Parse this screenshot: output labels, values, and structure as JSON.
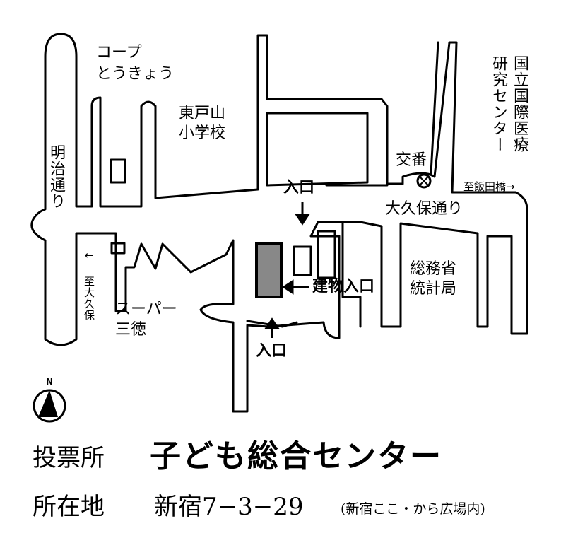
{
  "map": {
    "roads": {
      "meiji_dori": "明治通り",
      "okubo_dori": "大久保通り"
    },
    "landmarks": {
      "coop_line1": "コープ",
      "coop_line2": "とうきょう",
      "school_line1": "東戸山",
      "school_line2": "小学校",
      "koban": "交番",
      "ncgm": "国立国際医療研究センター",
      "ncgm_col1": "国立国際医療",
      "ncgm_col2": "研究センター",
      "soumu_line1": "総務省",
      "soumu_line2": "統計局",
      "super_line1": "スーパー",
      "super_line2": "三徳"
    },
    "directions": {
      "to_iidabashi": "至飯田橋→",
      "to_okubo": "← 至大久保"
    },
    "entrances": {
      "top": "入口",
      "bottom": "入口",
      "building": "建物入口"
    },
    "north_label": "N"
  },
  "footer": {
    "venue_label": "投票所",
    "venue_name": "子ども総合センター",
    "address_label": "所在地",
    "address": "新宿7−3−29",
    "address_note": "(新宿ここ・から広場内)"
  }
}
